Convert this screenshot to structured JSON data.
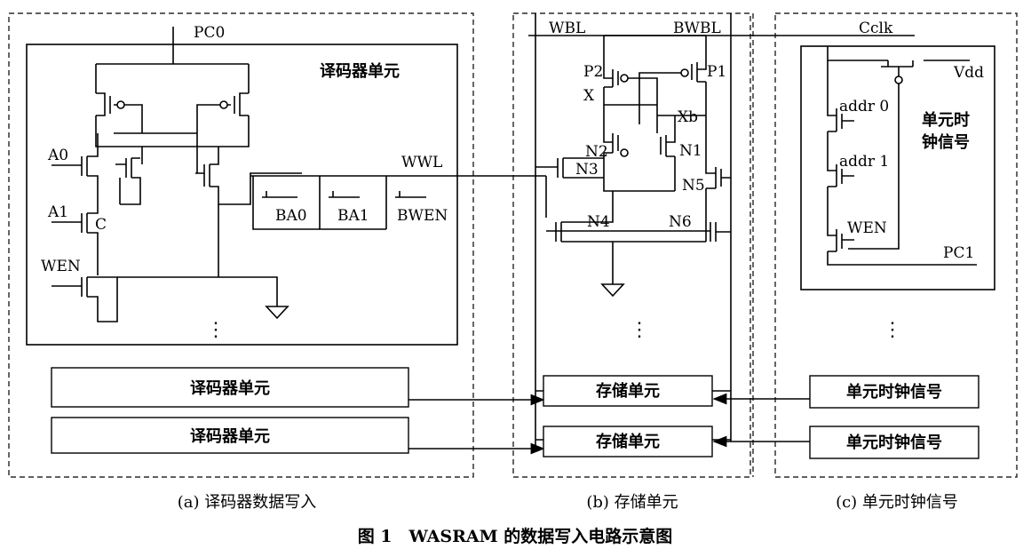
{
  "panel_a": {
    "title": "译码器单元",
    "pc0": "PC0",
    "inputs": [
      "A0",
      "A1",
      "WEN"
    ],
    "node_c": "C",
    "wwl": "WWL",
    "gates": [
      "BA0",
      "BA1",
      "BWEN"
    ],
    "dots": "⋮",
    "box1": "译码器单元",
    "box2": "译码器单元",
    "caption": "(a) 译码器数据写入"
  },
  "panel_b": {
    "wbl": "WBL",
    "bwbl": "BWBL",
    "p2": "P2",
    "p1": "P1",
    "x": "X",
    "xb": "Xb",
    "n2": "N2",
    "n1": "N1",
    "n3": "N3",
    "n5": "N5",
    "n4": "N4",
    "n6": "N6",
    "dots": "⋮",
    "box1": "存储单元",
    "box2": "存储单元",
    "caption": "(b) 存储单元"
  },
  "panel_c": {
    "cclk": "Cclk",
    "vdd": "Vdd",
    "addr0": "addr 0",
    "addr1": "addr 1",
    "wen": "WEN",
    "pc1": "PC1",
    "title_line1": "单元时",
    "title_line2": "钟信号",
    "dots": "⋮",
    "box1": "单元时钟信号",
    "box2": "单元时钟信号",
    "caption": "(c) 单元时钟信号"
  },
  "figure_title": "图 1　WASRAM 的数据写入电路示意图"
}
